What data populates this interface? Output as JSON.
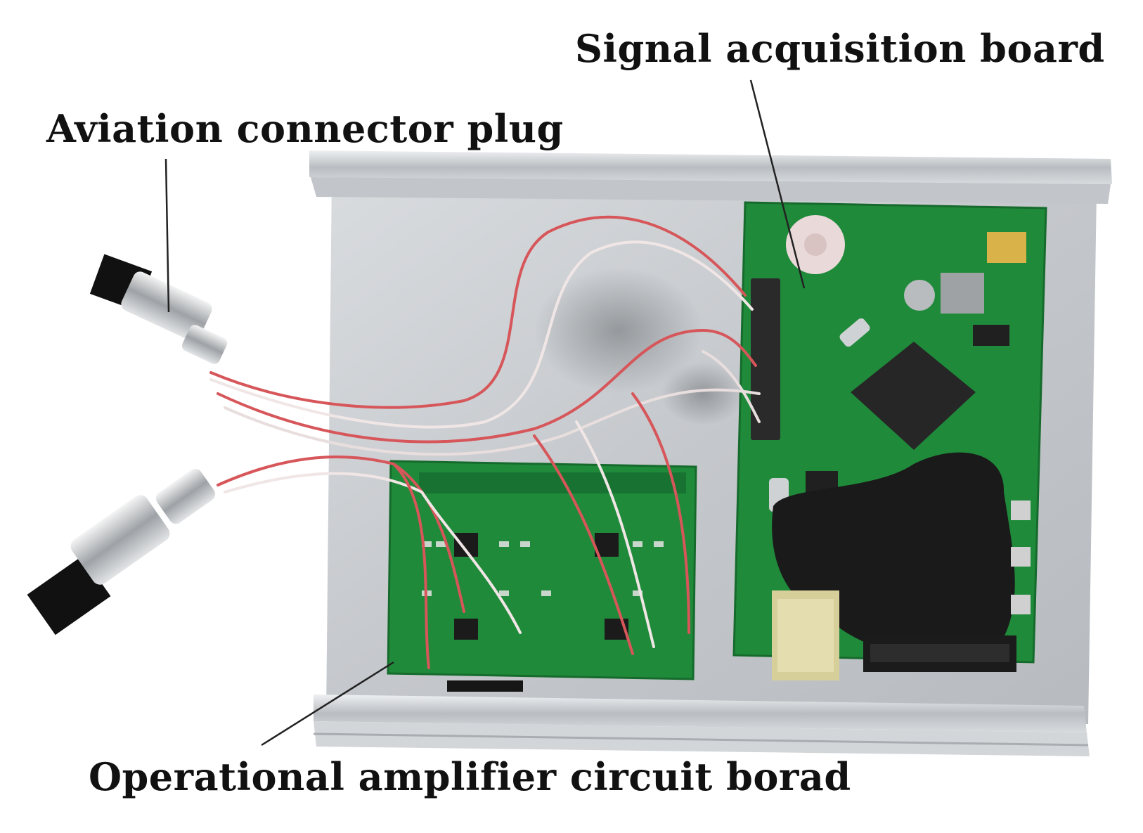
{
  "annotations": {
    "signal_board": "Signal acquisition board",
    "aviation_plug": "Aviation connector plug",
    "opamp_board": "Operational amplifier circuit borad"
  },
  "colors": {
    "background": "#ffffff",
    "label_text": "#111111",
    "leader_line": "#222222",
    "enclosure": "#c9ccd0",
    "pcb_green": "#1f8a3a",
    "wire_red": "#d6565a",
    "epoxy_black": "#1a1a1a"
  },
  "icons": {
    "enclosure": "aluminum-enclosure-shape",
    "connector": "aviation-connector-shape"
  }
}
